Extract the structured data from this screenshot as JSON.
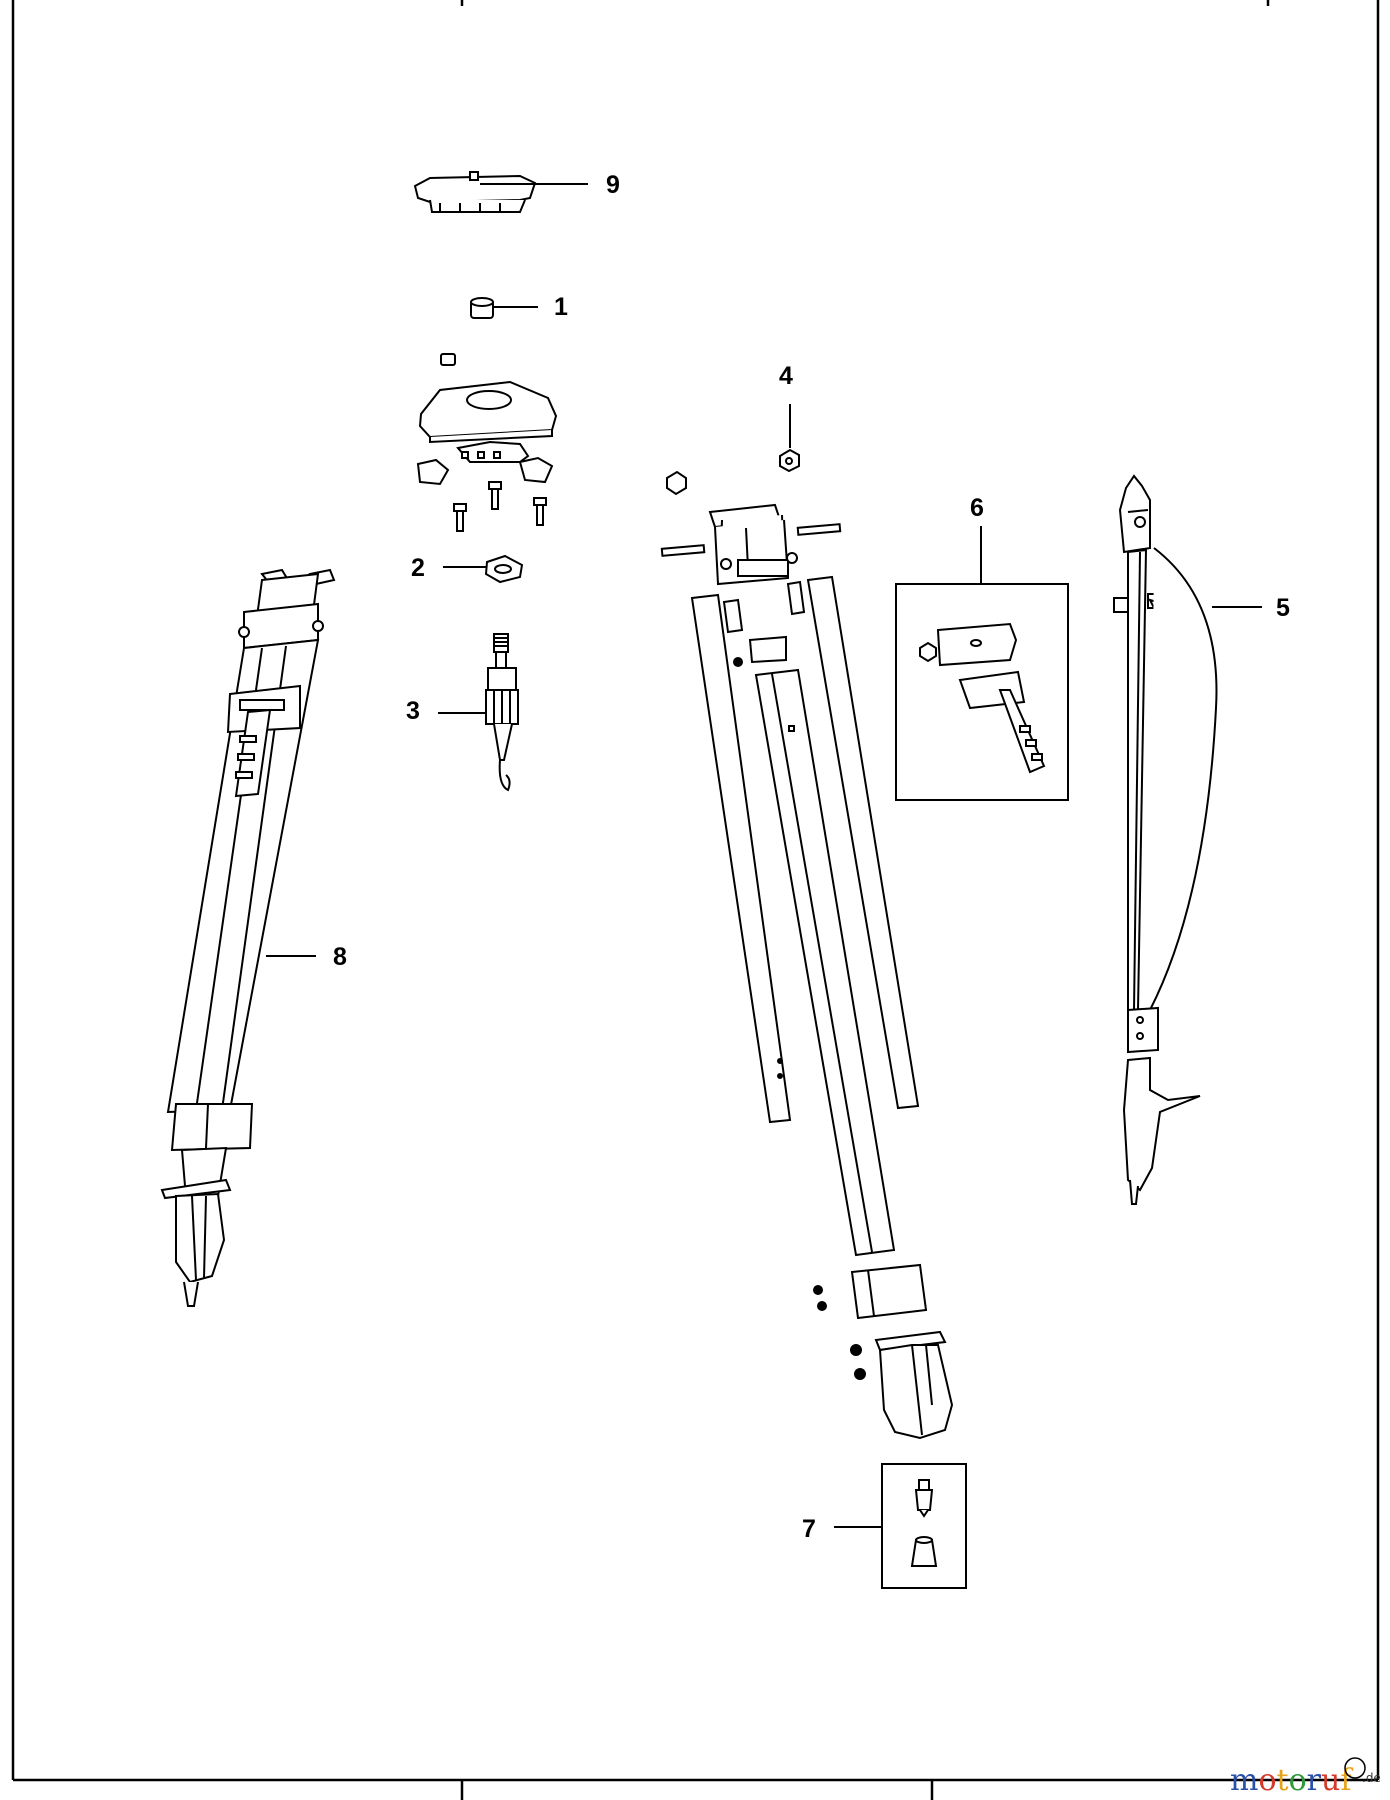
{
  "callouts": [
    {
      "id": "9",
      "label": "9"
    },
    {
      "id": "1",
      "label": "1"
    },
    {
      "id": "4",
      "label": "4"
    },
    {
      "id": "2",
      "label": "2"
    },
    {
      "id": "3",
      "label": "3"
    },
    {
      "id": "6",
      "label": "6"
    },
    {
      "id": "5",
      "label": "5"
    },
    {
      "id": "8",
      "label": "8"
    },
    {
      "id": "7",
      "label": "7"
    }
  ],
  "watermark": {
    "brand": "motoruf",
    "suffix": ".de",
    "colors": [
      "#2a4fa8",
      "#d43a2a",
      "#e8a21a",
      "#2f9a3a"
    ]
  }
}
